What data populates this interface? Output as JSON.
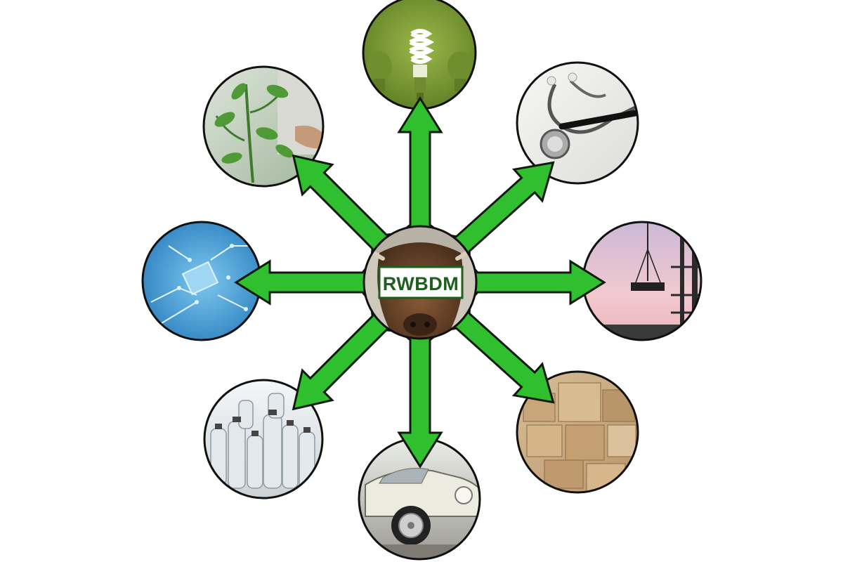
{
  "center": {
    "label": "RWBDM",
    "image": "highland-cattle"
  },
  "colors": {
    "arrow_fill": "#2fbf2f",
    "arrow_stroke": "#0f1a0f",
    "circle_border": "#111111",
    "label_text": "#1e5e1e",
    "label_background": "#ffffff"
  },
  "nodes": [
    {
      "id": "energy",
      "icon": "light-bulb-icon"
    },
    {
      "id": "medical",
      "icon": "stethoscope-icon"
    },
    {
      "id": "construction",
      "icon": "crane-beam-icon"
    },
    {
      "id": "packaging",
      "icon": "cardboard-boxes-icon"
    },
    {
      "id": "automotive",
      "icon": "classic-car-icon"
    },
    {
      "id": "plastics",
      "icon": "plastic-bottles-icon"
    },
    {
      "id": "electronics",
      "icon": "circuit-board-icon"
    },
    {
      "id": "agriculture",
      "icon": "plant-icon"
    }
  ]
}
